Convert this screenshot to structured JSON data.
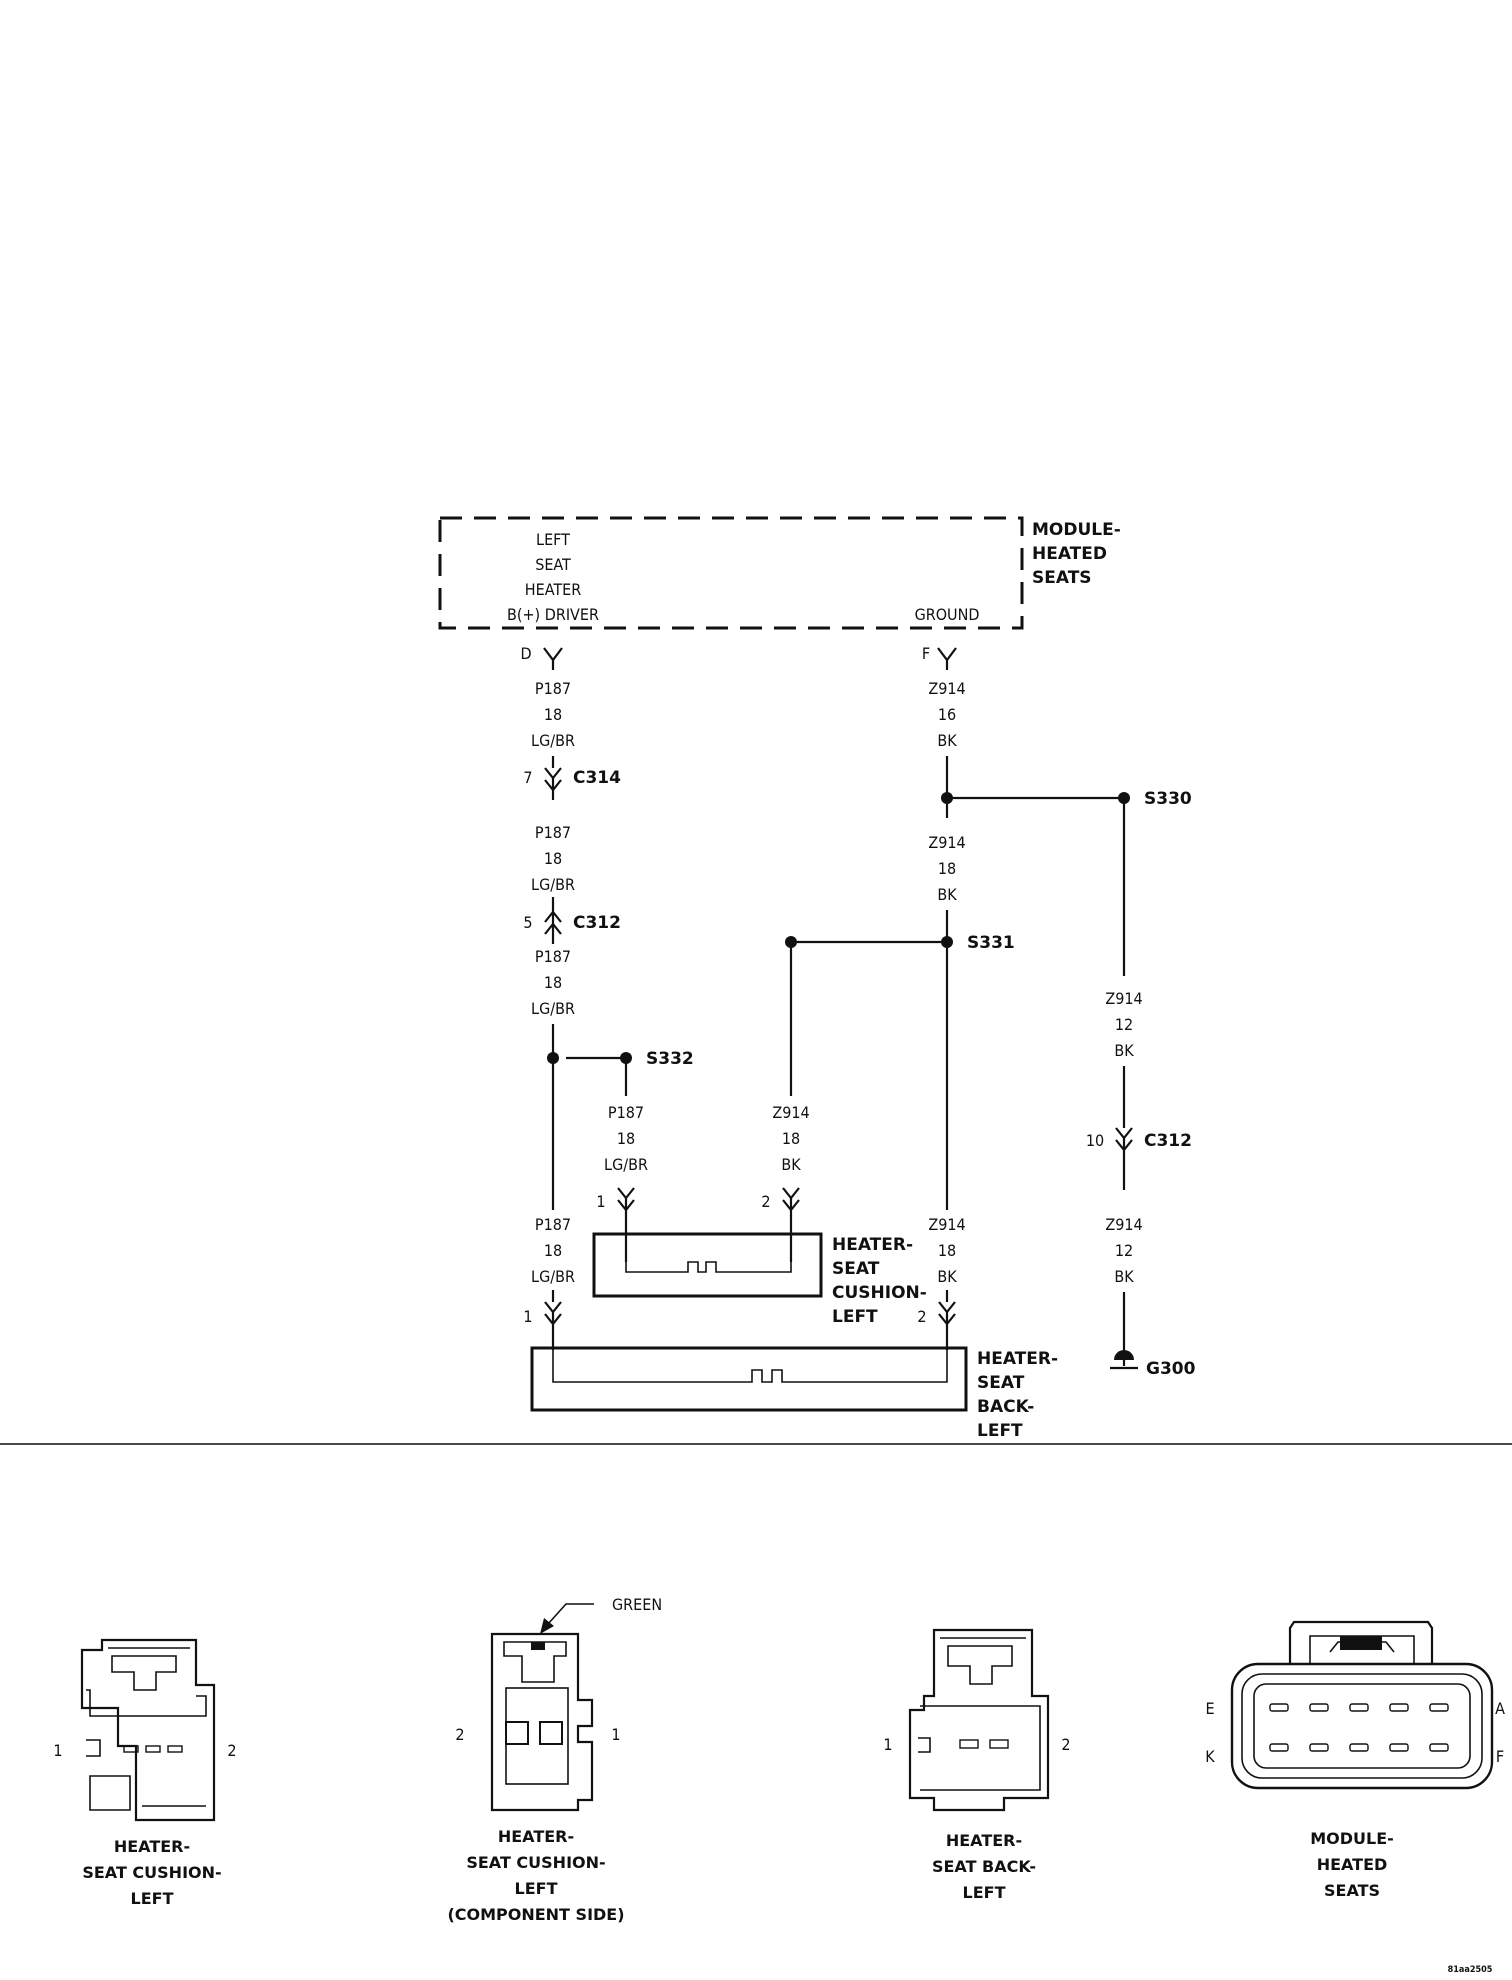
{
  "module": {
    "name_lines": [
      "MODULE-",
      "HEATED",
      "SEATS"
    ],
    "driver_lines": [
      "LEFT",
      "SEAT",
      "HEATER",
      "B(+) DRIVER"
    ],
    "ground_label": "GROUND",
    "pin_d": "D",
    "pin_f": "F"
  },
  "wire_labels": {
    "p187_a": [
      "P187",
      "18",
      "LG/BR"
    ],
    "p187_b": [
      "P187",
      "18",
      "LG/BR"
    ],
    "p187_c": [
      "P187",
      "18",
      "LG/BR"
    ],
    "p187_d": [
      "P187",
      "18",
      "LG/BR"
    ],
    "p187_e": [
      "P187",
      "18",
      "LG/BR"
    ],
    "z914_a": [
      "Z914",
      "16",
      "BK"
    ],
    "z914_b": [
      "Z914",
      "18",
      "BK"
    ],
    "z914_c": [
      "Z914",
      "18",
      "BK"
    ],
    "z914_d": [
      "Z914",
      "18",
      "BK"
    ],
    "z914_e": [
      "Z914",
      "12",
      "BK"
    ],
    "z914_f": [
      "Z914",
      "12",
      "BK"
    ]
  },
  "connectors": {
    "c314": "C314",
    "c314_pin": "7",
    "c312": "C312",
    "c312_pin": "5",
    "c312b": "C312",
    "c312b_pin": "10"
  },
  "splices": {
    "s330": "S330",
    "s331": "S331",
    "s332": "S332"
  },
  "ground": "G300",
  "heater_cushion": {
    "name_lines": [
      "HEATER-",
      "SEAT",
      "CUSHION-",
      "LEFT"
    ],
    "pin1": "1",
    "pin2": "2"
  },
  "heater_back": {
    "name_lines": [
      "HEATER-",
      "SEAT",
      "BACK-",
      "LEFT"
    ],
    "pin1": "1",
    "pin2": "2"
  },
  "connector_views": {
    "cushion": {
      "caption": [
        "HEATER-",
        "SEAT CUSHION-",
        "LEFT"
      ],
      "pin_left": "1",
      "pin_right": "2"
    },
    "cushion_component": {
      "caption": [
        "HEATER-",
        "SEAT CUSHION-",
        "LEFT",
        "(COMPONENT SIDE)"
      ],
      "pin_left": "2",
      "pin_right": "1",
      "callout": "GREEN"
    },
    "back": {
      "caption": [
        "HEATER-",
        "SEAT BACK-",
        "LEFT"
      ],
      "pin_left": "1",
      "pin_right": "2"
    },
    "module": {
      "caption": [
        "MODULE-",
        "HEATED",
        "SEATS"
      ],
      "pin_e": "E",
      "pin_k": "K",
      "pin_a": "A",
      "pin_f": "F"
    }
  },
  "figure_code": "81aa2505"
}
